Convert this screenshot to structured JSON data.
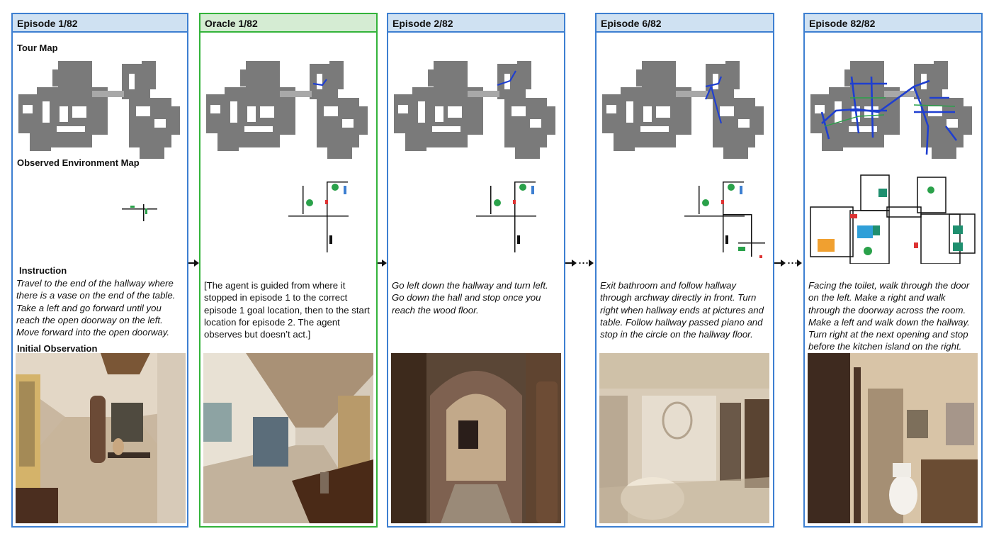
{
  "panels": [
    {
      "title": "Episode 1/82",
      "tour_map_label": "Tour Map",
      "observed_map_label": "Observed Environment Map",
      "instruction_label": "Instruction",
      "instruction": "Travel to the end of the hallway where there is a vase on the end of the table. Take a left and go forward until you reach the open doorway on the left. Move forward into the open doorway.",
      "initial_observation_label": "Initial Observation"
    },
    {
      "title": "Oracle 1/82",
      "instruction": "[The agent is guided from where it stopped in episode 1 to the correct episode 1 goal location, then to the start location for episode 2. The agent observes but doesn’t act.]"
    },
    {
      "title": "Episode 2/82",
      "instruction": "Go left down the hallway and turn left. Go down the hall and stop once you reach the wood floor."
    },
    {
      "title": "Episode 6/82",
      "instruction": "Exit bathroom and follow hallway through archway directly in front. Turn right when hallway ends at pictures and table. Follow hallway passed piano and stop in the circle on the hallway floor."
    },
    {
      "title": "Episode 82/82",
      "instruction": "Facing the toilet, walk through the door on the left. Make a right and walk through the doorway across the room. Make a left and walk down the hallway. Turn right at the next opening and stop before the kitchen island on the right."
    }
  ],
  "colors": {
    "episode_border": "#3d7fd1",
    "episode_header": "#cfe1f2",
    "oracle_border": "#33b33a",
    "oracle_header": "#d5ecd3",
    "map_gray": "#7a7a7a",
    "path_blue": "#1f3fd0"
  }
}
